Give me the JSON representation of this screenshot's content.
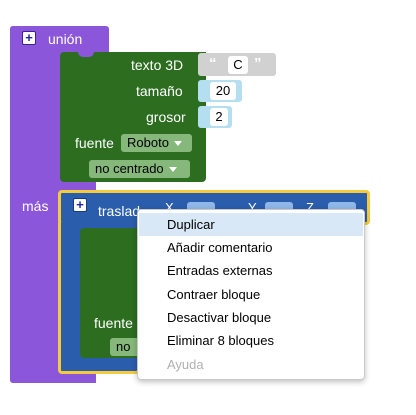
{
  "union_block": {
    "title": "unión",
    "section_label": "más",
    "plus_symbol": "+"
  },
  "text3d_block": {
    "title": "texto 3D",
    "open_quote": "“",
    "close_quote": "”",
    "text_value": "C",
    "size_label": "tamaño",
    "size_value": "20",
    "thickness_label": "grosor",
    "thickness_value": "2",
    "font_label": "fuente",
    "font_value": "Roboto",
    "align_value": "no centrado"
  },
  "translate_block": {
    "title_partial": "traslad",
    "x_label": "X",
    "y_label": "Y",
    "z_label": "Z",
    "plus_symbol": "+",
    "font_label_partial": "fuente",
    "align_partial": "no"
  },
  "context_menu": {
    "items": [
      {
        "label": "Duplicar",
        "state": "highlighted"
      },
      {
        "label": "Añadir comentario",
        "state": "enabled"
      },
      {
        "label": "Entradas externas",
        "state": "enabled"
      },
      {
        "label": "Contraer bloque",
        "state": "enabled"
      },
      {
        "label": "Desactivar bloque",
        "state": "enabled"
      },
      {
        "label": "Eliminar 8 bloques",
        "state": "enabled"
      },
      {
        "label": "Ayuda",
        "state": "disabled"
      }
    ]
  },
  "colors": {
    "union_purple": "#8c56da",
    "text_green": "#2c6d20",
    "translate_blue": "#2b5dad",
    "selection_yellow": "#f5cb3b",
    "menu_highlight": "#d8e8f6"
  }
}
